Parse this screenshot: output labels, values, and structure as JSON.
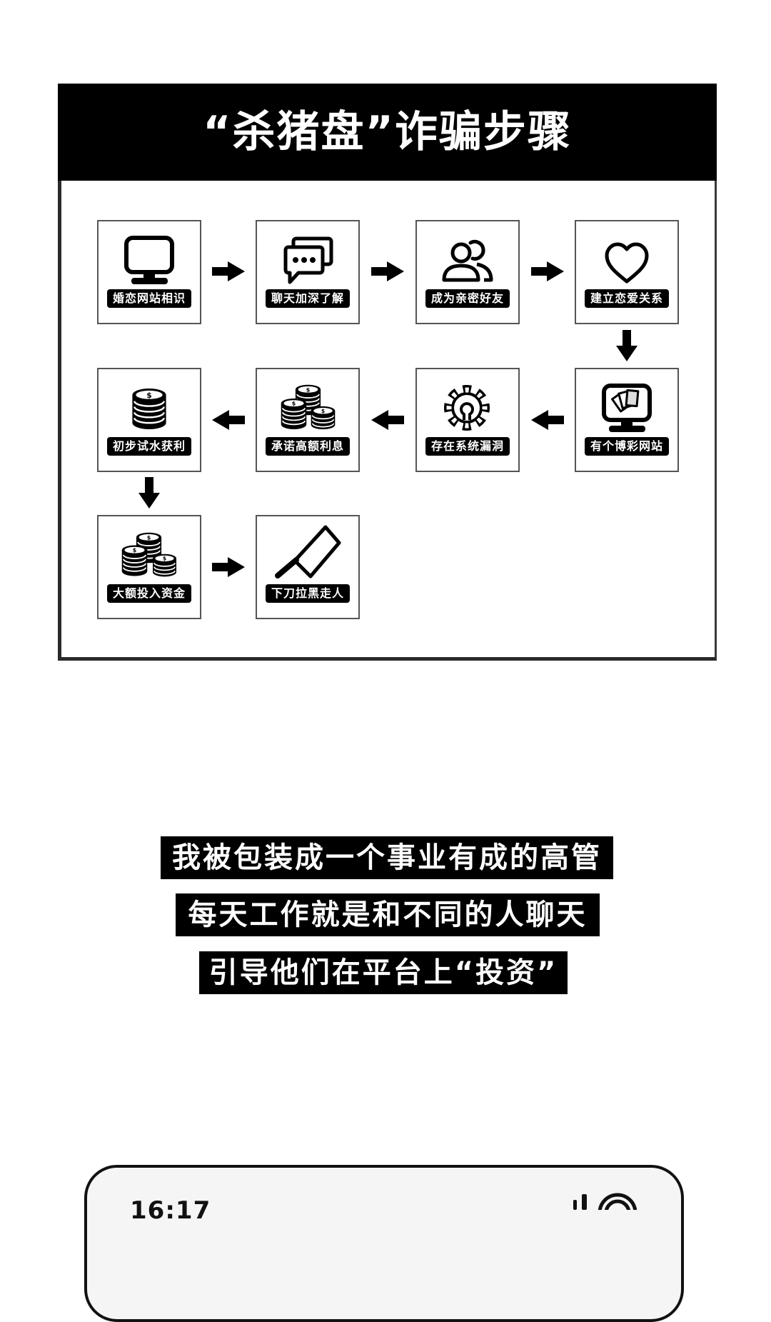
{
  "title": "“杀猪盘”诈骗步骤",
  "steps": [
    {
      "label": "婚恋网站相识",
      "icon": "monitor-icon"
    },
    {
      "label": "聊天加深了解",
      "icon": "chat-bubbles-icon"
    },
    {
      "label": "成为亲密好友",
      "icon": "people-icon"
    },
    {
      "label": "建立恋爱关系",
      "icon": "heart-icon"
    },
    {
      "label": "有个博彩网站",
      "icon": "gambling-monitor-icon"
    },
    {
      "label": "存在系统漏洞",
      "icon": "gear-icon"
    },
    {
      "label": "承诺高额利息",
      "icon": "coin-stacks-icon"
    },
    {
      "label": "初步试水获利",
      "icon": "coin-stack-icon"
    },
    {
      "label": "大额投入资金",
      "icon": "coin-stacks-icon"
    },
    {
      "label": "下刀拉黑走人",
      "icon": "cleaver-icon"
    }
  ],
  "caption_lines": [
    "我被包装成一个事业有成的高管",
    "每天工作就是和不同的人聊天",
    "引导他们在平台上“投资”"
  ],
  "phone": {
    "time": "16:17",
    "status_icons": [
      "signal-icon",
      "wifi-icon"
    ]
  },
  "colors": {
    "ink": "#000000",
    "paper": "#ffffff",
    "card_border": "#555555",
    "phone_screen": "#f5f5f5"
  }
}
